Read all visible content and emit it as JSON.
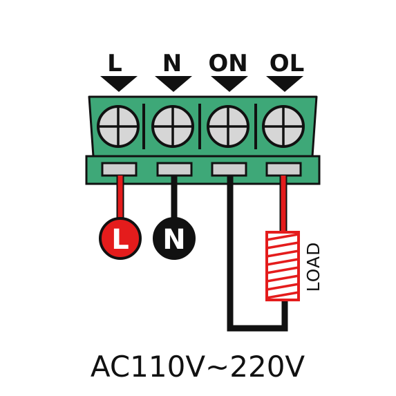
{
  "terminals": [
    {
      "label": "L"
    },
    {
      "label": "N"
    },
    {
      "label": "ON"
    },
    {
      "label": "OL"
    }
  ],
  "inputs": {
    "line_label": "L",
    "neutral_label": "N"
  },
  "load": {
    "label": "LOAD"
  },
  "supply_label": "AC110V~220V",
  "colors": {
    "terminal_block": "#3ea878",
    "line_wire": "#e41c1c",
    "neutral_wire": "#111111",
    "screw": "#d6d6d6"
  }
}
